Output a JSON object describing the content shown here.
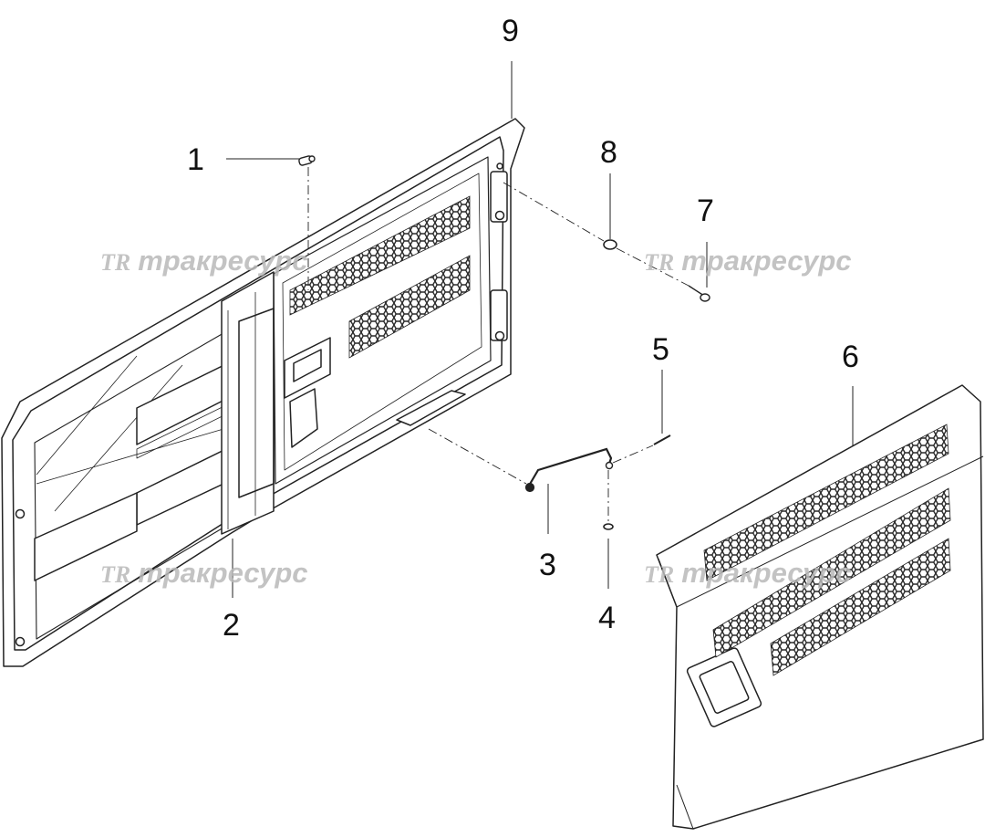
{
  "diagram": {
    "callouts": [
      "1",
      "2",
      "3",
      "4",
      "5",
      "6",
      "7",
      "8",
      "9"
    ],
    "watermark": {
      "logo": "TR",
      "text": "тракресурс"
    },
    "colors": {
      "line": "#222222",
      "panel": "#ffffff",
      "mesh": "#2a2a2a",
      "watermark": "#b9b9b9"
    }
  }
}
